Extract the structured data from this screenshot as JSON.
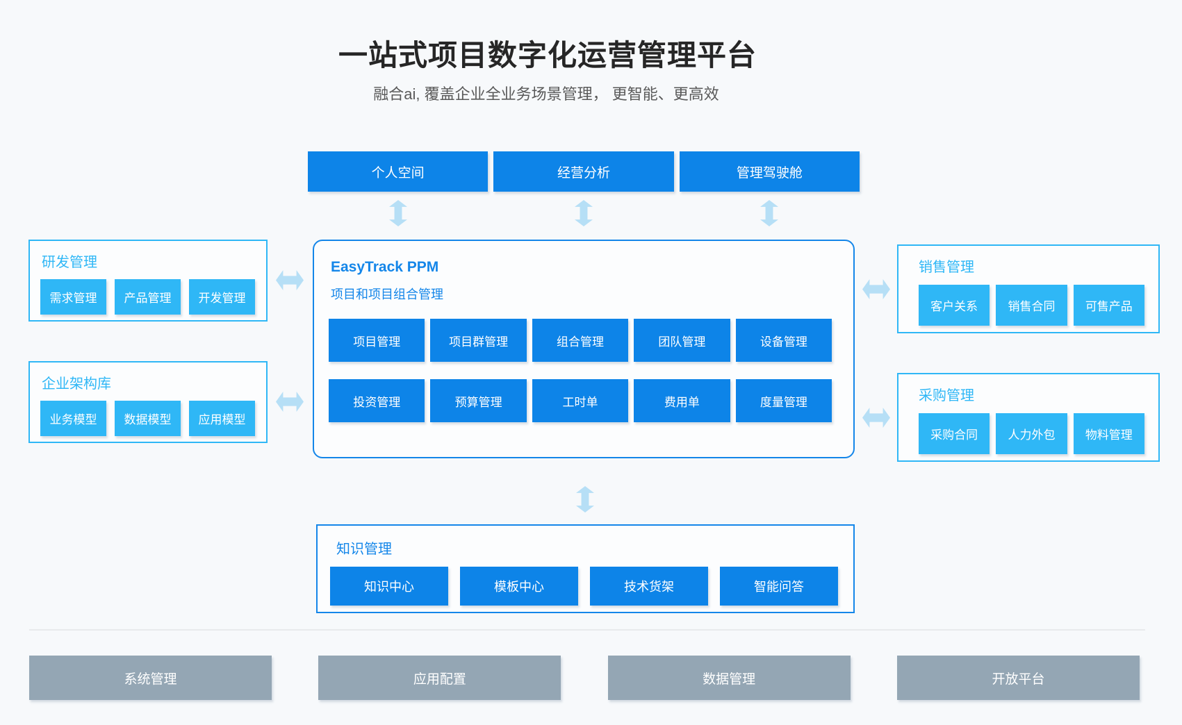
{
  "header": {
    "title": "一站式项目数字化运营管理平台",
    "subtitle": "融合ai, 覆盖企业全业务场景管理， 更智能、更高效"
  },
  "top_nav": [
    "个人空间",
    "经营分析",
    "管理驾驶舱"
  ],
  "left_panels": [
    {
      "title": "研发管理",
      "items": [
        "需求管理",
        "产品管理",
        "开发管理"
      ]
    },
    {
      "title": "企业架构库",
      "items": [
        "业务模型",
        "数据模型",
        "应用模型"
      ]
    }
  ],
  "center_panel": {
    "title": "EasyTrack PPM",
    "subtitle": "项目和项目组合管理",
    "rows": [
      [
        "项目管理",
        "项目群管理",
        "组合管理",
        "团队管理",
        "设备管理"
      ],
      [
        "投资管理",
        "预算管理",
        "工时单",
        "费用单",
        "度量管理"
      ]
    ]
  },
  "right_panels": [
    {
      "title": "销售管理",
      "items": [
        "客户关系",
        "销售合同",
        "可售产品"
      ]
    },
    {
      "title": "采购管理",
      "items": [
        "采购合同",
        "人力外包",
        "物料管理"
      ]
    }
  ],
  "knowledge_panel": {
    "title": "知识管理",
    "items": [
      "知识中心",
      "模板中心",
      "技术货架",
      "智能问答"
    ]
  },
  "bottom_nav": [
    "系统管理",
    "应用配置",
    "数据管理",
    "开放平台"
  ],
  "colors": {
    "primary_blue": "#0d84e8",
    "light_blue": "#2fb7f6",
    "outline_blue": "#1486e9",
    "arrow_blue": "#b6dff6",
    "gray_button": "#94a6b4",
    "page_background": "#f7f9fb"
  }
}
